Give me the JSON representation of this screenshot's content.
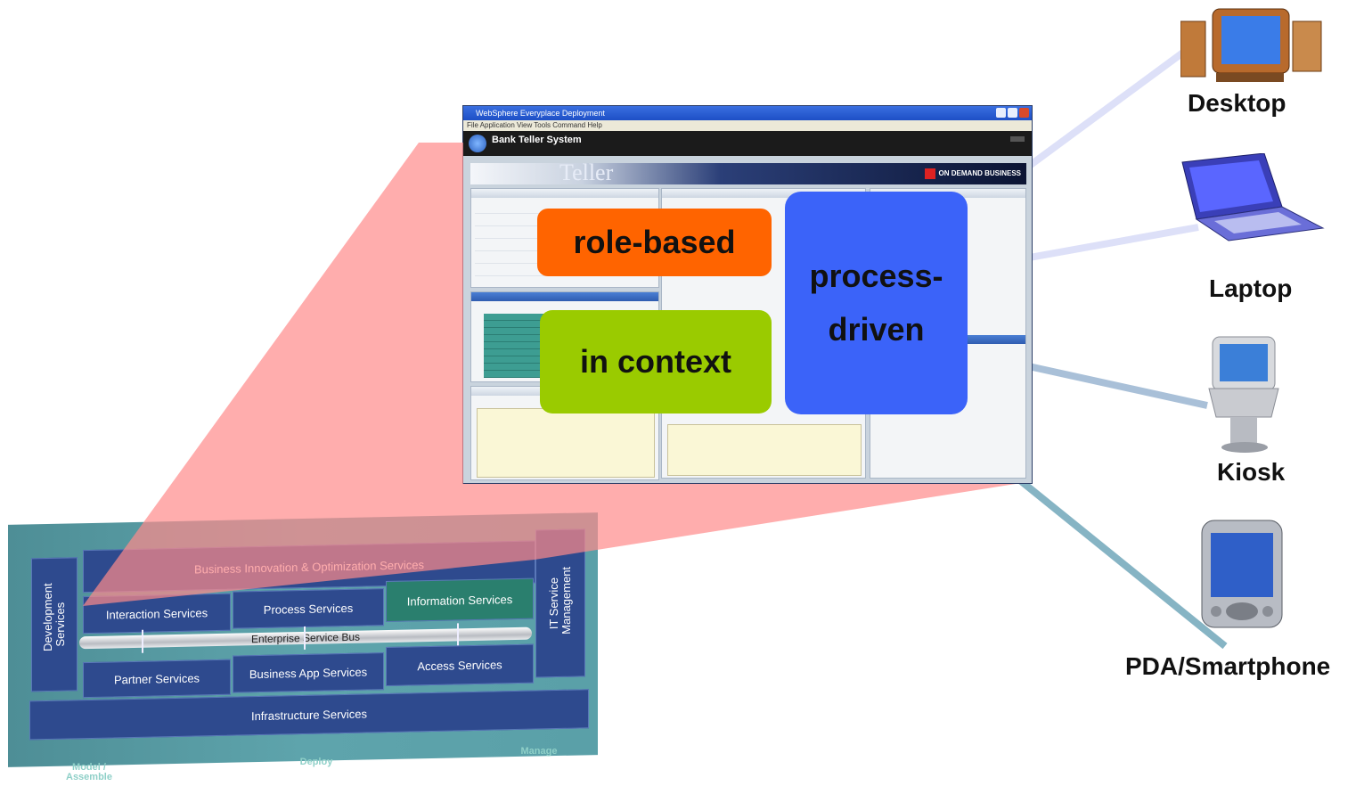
{
  "window": {
    "title": "WebSphere Everyplace Deployment",
    "menu": "File   Application   View   Tools   Command   Help",
    "app_title": "Bank Teller System",
    "banner_title": "Teller",
    "banner_brand": "ON DEMAND BUSINESS"
  },
  "chips": {
    "role": "role-based",
    "context": "in context",
    "process_line1": "process-",
    "process_line2": "driven"
  },
  "soa": {
    "business_innovation": "Business Innovation & Optimization Services",
    "development": "Development Services",
    "it_service": "IT Service Management",
    "interaction": "Interaction Services",
    "process": "Process Services",
    "information": "Information Services",
    "esb": "Enterprise Service Bus",
    "partner": "Partner Services",
    "business_app": "Business App Services",
    "access": "Access Services",
    "infrastructure": "Infrastructure Services",
    "footer_model": "Model / Assemble",
    "footer_deploy": "Deploy",
    "footer_manage": "Manage"
  },
  "devices": {
    "desktop": "Desktop",
    "laptop": "Laptop",
    "kiosk": "Kiosk",
    "pda": "PDA/Smartphone"
  },
  "colors": {
    "role": "#ff6400",
    "context": "#9acb00",
    "process": "#3b63f9",
    "wedge": "#ff9a9a"
  }
}
